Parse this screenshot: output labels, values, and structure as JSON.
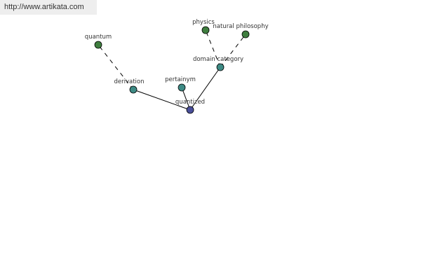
{
  "watermark": "http://www.artikata.com",
  "colors": {
    "center": "#4a4f9a",
    "relation": "#3d8a84",
    "leaf": "#3f7e3f"
  },
  "nodes": [
    {
      "id": "quantized",
      "label": "quantized",
      "kind": "center"
    },
    {
      "id": "derivation",
      "label": "derivation",
      "kind": "relation"
    },
    {
      "id": "pertainym",
      "label": "pertainym",
      "kind": "relation"
    },
    {
      "id": "domain-category",
      "label": "domain category",
      "kind": "relation"
    },
    {
      "id": "quantum",
      "label": "quantum",
      "kind": "leaf"
    },
    {
      "id": "physics",
      "label": "physics",
      "kind": "leaf"
    },
    {
      "id": "natural-philosophy",
      "label": "natural philosophy",
      "kind": "leaf"
    }
  ],
  "edges": [
    {
      "from": "quantized",
      "to": "derivation",
      "style": "solid"
    },
    {
      "from": "quantized",
      "to": "pertainym",
      "style": "solid"
    },
    {
      "from": "quantized",
      "to": "domain-category",
      "style": "solid"
    },
    {
      "from": "derivation",
      "to": "quantum",
      "style": "dashed"
    },
    {
      "from": "domain-category",
      "to": "physics",
      "style": "dashed"
    },
    {
      "from": "domain-category",
      "to": "natural-philosophy",
      "style": "dashed"
    }
  ]
}
